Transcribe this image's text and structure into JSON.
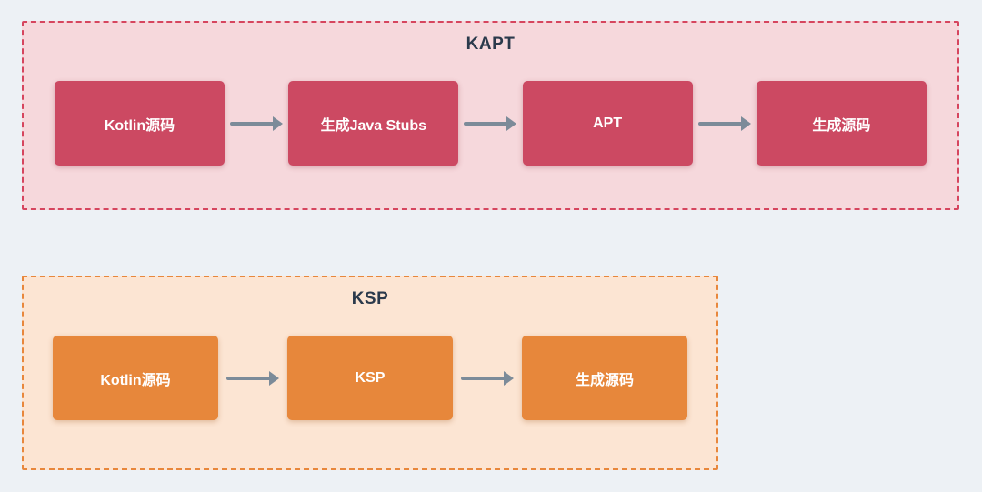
{
  "kapt": {
    "title": "KAPT",
    "nodes": [
      "Kotlin源码",
      "生成Java Stubs",
      "APT",
      "生成源码"
    ],
    "colors": {
      "container_background": "#f6d8dc",
      "container_border": "#d6455e",
      "node_background": "#cc4962",
      "node_text": "#ffffff"
    }
  },
  "ksp": {
    "title": "KSP",
    "nodes": [
      "Kotlin源码",
      "KSP",
      "生成源码"
    ],
    "colors": {
      "container_background": "#fce5d3",
      "container_border": "#e8873c",
      "node_background": "#e7873b",
      "node_text": "#ffffff"
    }
  },
  "shared_colors": {
    "page_background": "#edf1f5",
    "arrow": "#7c8b99",
    "title_text": "#2b3a4c"
  }
}
